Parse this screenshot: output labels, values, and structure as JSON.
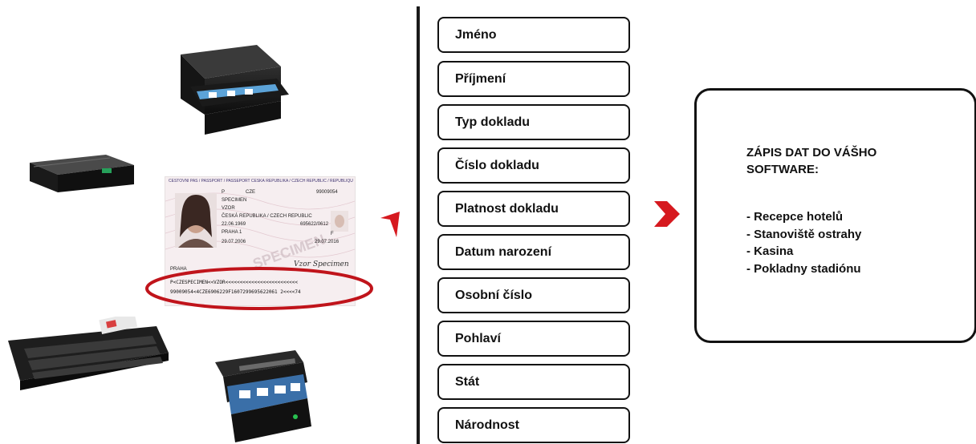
{
  "fields": [
    "Jméno",
    "Příjmení",
    "Typ dokladu",
    "Číslo dokladu",
    "Platnost dokladu",
    "Datum narození",
    "Osobní číslo",
    "Pohlaví",
    "Stát",
    "Národnost"
  ],
  "output": {
    "title": "ZÁPIS DAT DO VÁŠHO SOFTWARE:",
    "items": [
      "- Recepce hotelů",
      "- Stanoviště ostrahy",
      "- Kasina",
      "- Pokladny stadiónu"
    ]
  },
  "passport": {
    "header": "CESTOVNÍ PAS / PASSPORT / PASSEPORT   ČESKÁ REPUBLIKA / CZECH REPUBLIC / RÉPUBLIQUE TCHÈQUE",
    "type": "P",
    "code": "CZE",
    "number": "99009054",
    "surname": "SPECIMEN",
    "given_name": "VZOR",
    "nationality": "ČESKÁ REPUBLIKA / CZECH REPUBLIC",
    "birth_date": "22.06.1969",
    "personal_number": "695622/0612",
    "sex": "F",
    "birth_place": "PRAHA 1",
    "issue_date": "29.07.2006",
    "expiry_date": "29.07.2016",
    "authority": "PRAHA",
    "watermark": "SPECIMEN",
    "signature": "Vzor Specimen",
    "mrz_line1": "P<CZESPECIMEN<<VZOR<<<<<<<<<<<<<<<<<<<<<<<<<",
    "mrz_line2": "99009054<4CZE6906229F1607299695622061 2<<<<74"
  },
  "colors": {
    "arrow_red": "#d6191f",
    "ellipse_red": "#c0141b",
    "divider": "#1a1a1a"
  }
}
